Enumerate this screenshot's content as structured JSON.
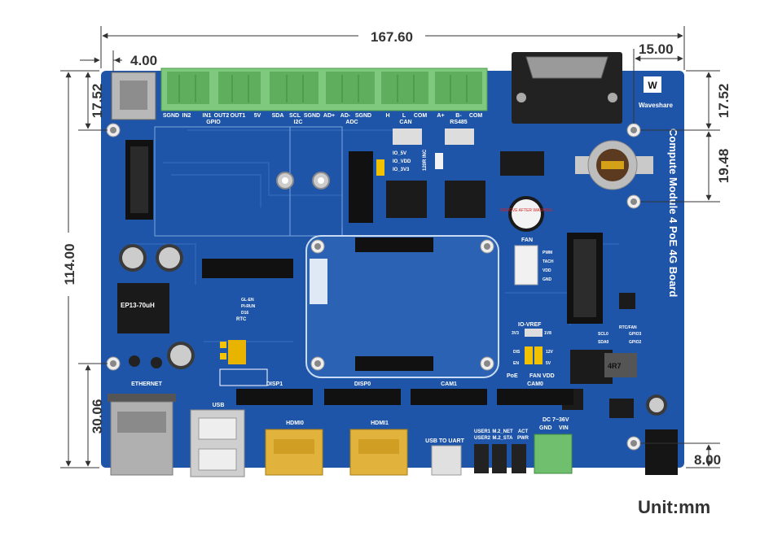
{
  "dimensions": {
    "overall_width": "167.60",
    "left_offset": "4.00",
    "right_offset": "15.00",
    "left_top": "17.52",
    "right_top": "17.52",
    "right_second": "19.48",
    "height": "114.00",
    "left_bottom": "30.06",
    "right_bottom": "8.00"
  },
  "unit_label": "Unit:mm",
  "board": {
    "title": "Compute Module 4 PoE 4G Board",
    "brand": "Waveshare",
    "terminal_pins": [
      "SGND",
      "IN2",
      "IN1",
      "OUT2",
      "OUT1",
      "5V",
      "SDA",
      "SCL",
      "SGND",
      "AD+",
      "AD-",
      "SGND",
      "H",
      "L",
      "COM",
      "A+",
      "B-",
      "COM"
    ],
    "terminal_groups": [
      "GPIO",
      "I2C",
      "ADC",
      "CAN",
      "RS485"
    ],
    "io_labels": [
      "IO_5V",
      "IO_VDD",
      "IO_3V3"
    ],
    "rr_label": "120R INC",
    "buzzer_label": "REMOVE AFTER WASHING",
    "fan_label": "FAN",
    "fan_pins": [
      "PWM",
      "TACH",
      "VDD",
      "GND"
    ],
    "inductor_label": "EP13-70uH",
    "rtc_labels": [
      "GL-EN",
      "PI-RUN",
      "D16"
    ],
    "rtc_title": "RTC",
    "iovref": "IO-VREF",
    "iovref_opts": [
      "3V3",
      "1V8"
    ],
    "poe": "PoE",
    "fan_vdd": "FAN VDD",
    "dis": "DIS",
    "en": "EN",
    "v12": "12V",
    "v5": "5V",
    "rtc_fan": "RTC/FAN",
    "scl": "SCL0",
    "sda": "SDA0",
    "gpio_a": "GPIO3",
    "gpio_b": "GPIO2",
    "inductor2": "4R7",
    "connectors": [
      "DISP1",
      "DISP0",
      "CAM1",
      "CAM0"
    ],
    "ports": [
      "ETHERNET",
      "USB",
      "HDMI0",
      "HDMI1",
      "USB TO UART"
    ],
    "leds": [
      "USER1",
      "USER2",
      "M.2_NET",
      "M.2_STA",
      "ACT",
      "PWR"
    ],
    "dc_label": "DC 7~36V",
    "gnd": "GND",
    "vin": "VIN"
  },
  "colors": {
    "board": "#1f55a8",
    "terminal": "#7ec97d",
    "dimension": "#333333"
  }
}
